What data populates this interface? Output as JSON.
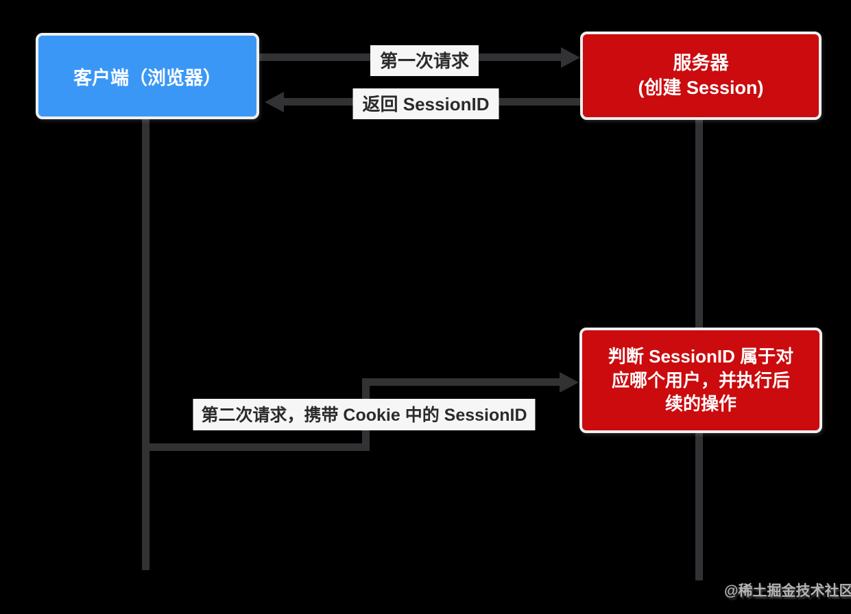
{
  "diagram_type": "client-server session flow",
  "nodes": {
    "client": {
      "label": "客户端（浏览器）"
    },
    "server": {
      "label": "服务器\n(创建 Session)"
    },
    "judge": {
      "label": "判断 SessionID 属于对\n应哪个用户，并执行后\n续的操作"
    }
  },
  "edges": {
    "first_request": {
      "label": "第一次请求",
      "from": "client",
      "to": "server",
      "arrow": "right"
    },
    "return_sessionid": {
      "label": "返回 SessionID",
      "from": "server",
      "to": "client",
      "arrow": "left"
    },
    "second_request": {
      "label": "第二次请求，携带 Cookie 中的 SessionID",
      "from": "client",
      "to": "judge",
      "arrow": "right"
    }
  },
  "watermark": "@稀土掘金技术社区",
  "colors": {
    "bg": "#000000",
    "client_blue": "#3A97F6",
    "server_red": "#CB0B0E",
    "line_gray": "#323234",
    "label_bg": "#F6F6F6",
    "label_text": "#2B2B2B",
    "node_text": "#FFFFFF",
    "node_border": "#F0F0F0",
    "watermark_gray": "#B3B3B3"
  }
}
